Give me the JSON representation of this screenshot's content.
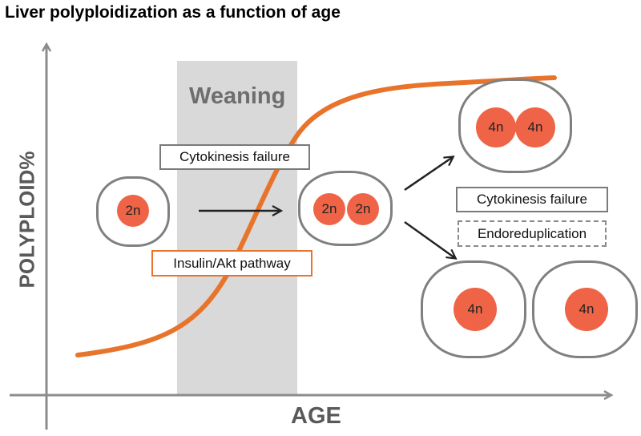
{
  "title": "Liver polyploidization as a function of age",
  "axes": {
    "x_label": "AGE",
    "y_label": "POLYPLOID%"
  },
  "weaning_label": "Weaning",
  "boxes": {
    "cytokinesis_failure_1": "Cytokinesis failure",
    "insulin_akt": "Insulin/Akt pathway",
    "cytokinesis_failure_2": "Cytokinesis failure",
    "endoreduplication": "Endoreduplication"
  },
  "nuclei": {
    "diploid": "2n",
    "binuclear_left": "2n",
    "binuclear_right": "2n",
    "tetraploid_binuclear_left": "4n",
    "tetraploid_binuclear_right": "4n",
    "tetraploid_mono_a": "4n",
    "tetraploid_mono_b": "4n"
  },
  "colors": {
    "curve": "#e8742c",
    "nucleus": "#ef6446",
    "weaning_band": "#d9d9d9",
    "axis": "#8c8c8c",
    "cell_border": "#808080"
  }
}
